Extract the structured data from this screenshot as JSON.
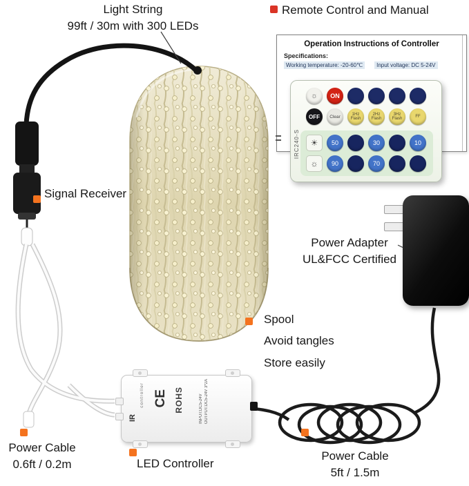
{
  "labels": {
    "light_string_1": "Light String",
    "light_string_2": "99ft / 30m with 300 LEDs",
    "remote": "Remote Control and Manual",
    "signal_receiver": "Signal Receiver",
    "power_adapter_1": "Power Adapter",
    "power_adapter_2": "UL&FCC Certified",
    "spool_1": "Spool",
    "spool_2": "Avoid tangles",
    "spool_3": "Store easily",
    "power_cable_short_1": "Power Cable",
    "power_cable_short_2": "0.6ft / 0.2m",
    "led_controller": "LED Controller",
    "power_cable_long_1": "Power Cable",
    "power_cable_long_2": "5ft / 1.5m"
  },
  "manual": {
    "title": "Operation Instructions of Controller",
    "spec_heading": "Specifications:",
    "working_temp": "Working temperature: -20-60℃",
    "input_voltage": "Input voltage:  DC 5-24V"
  },
  "remote": {
    "model": "IRC240-S",
    "btn_on": "ON",
    "btn_off": "OFF",
    "btn_clear": "Clear",
    "mode_row": [
      "1Hz Flash",
      "2Hz Flash",
      "3Hz Flash",
      "FF"
    ],
    "num_row1": [
      "50",
      "",
      "30",
      "",
      "10"
    ],
    "num_row2": [
      "90",
      "",
      "70",
      "",
      ""
    ]
  },
  "controller": {
    "name": "controller",
    "ce": "CE",
    "rohs": "ROHS",
    "ir": "IR",
    "input": "INPUT:DC5-24V",
    "output": "OUTPUT:DC5-24V 3*2A"
  },
  "colors": {
    "callout_orange": "#f4731f",
    "callout_red": "#da3426",
    "on_red": "#d32315",
    "navy": "#1d2b66",
    "blue": "#4273c8",
    "yellow": "#e9d76d"
  }
}
